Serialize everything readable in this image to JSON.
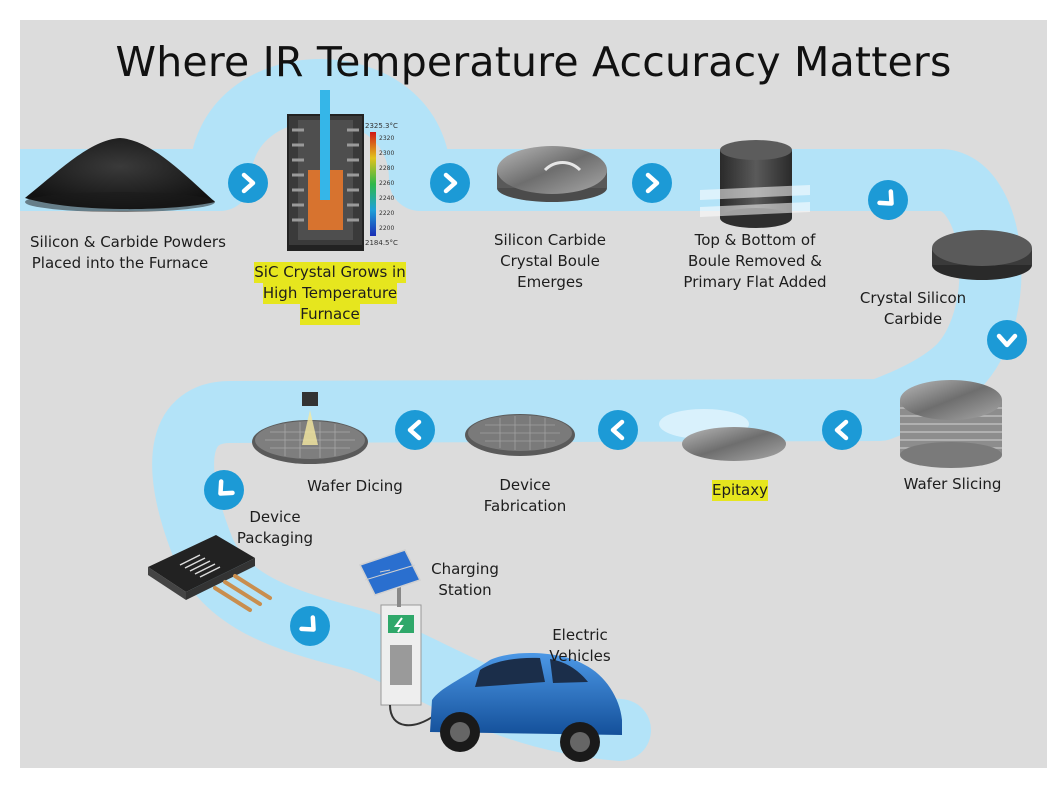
{
  "title": "Where IR Temperature Accuracy Matters",
  "colors": {
    "background": "#dcdcdc",
    "path": "#b3e3f8",
    "arrow_circle": "#1c9ad6",
    "highlight": "#e6e61e",
    "car": "#1f6fc4"
  },
  "furnace_scale": {
    "max": "2325.3°C",
    "min": "2184.5°C",
    "ticks": [
      "2320",
      "2300",
      "2280",
      "2260",
      "2240",
      "2220",
      "2200"
    ]
  },
  "steps": [
    {
      "id": "powders",
      "lines": [
        "Silicon & Carbide Powders",
        "Placed into the Furnace"
      ],
      "highlight": false
    },
    {
      "id": "crystal-growth",
      "lines": [
        "SiC Crystal Grows in",
        "High Temperature",
        "Furnace"
      ],
      "highlight": true
    },
    {
      "id": "boule-emerges",
      "lines": [
        "Silicon Carbide",
        "Crystal Boule",
        "Emerges"
      ],
      "highlight": false
    },
    {
      "id": "boule-trim",
      "lines": [
        "Top & Bottom of",
        "Boule Removed &",
        "Primary Flat Added"
      ],
      "highlight": false
    },
    {
      "id": "crystal-sic",
      "lines": [
        "Crystal Silicon",
        "Carbide"
      ],
      "highlight": false
    },
    {
      "id": "wafer-slicing",
      "lines": [
        "Wafer Slicing"
      ],
      "highlight": false
    },
    {
      "id": "epitaxy",
      "lines": [
        "Epitaxy"
      ],
      "highlight": true
    },
    {
      "id": "device-fabrication",
      "lines": [
        "Device",
        "Fabrication"
      ],
      "highlight": false
    },
    {
      "id": "wafer-dicing",
      "lines": [
        "Wafer Dicing"
      ],
      "highlight": false
    },
    {
      "id": "device-packaging",
      "lines": [
        "Device",
        "Packaging"
      ],
      "highlight": false
    },
    {
      "id": "charging-station",
      "lines": [
        "Charging",
        "Station"
      ],
      "highlight": false
    },
    {
      "id": "electric-vehicles",
      "lines": [
        "Electric",
        "Vehicles"
      ],
      "highlight": false
    }
  ],
  "arrows": [
    {
      "direction": "right-arrow-icon"
    },
    {
      "direction": "right-arrow-icon"
    },
    {
      "direction": "right-arrow-icon"
    },
    {
      "direction": "down-right-arrow-icon"
    },
    {
      "direction": "down-arrow-icon"
    },
    {
      "direction": "left-arrow-icon"
    },
    {
      "direction": "left-arrow-icon"
    },
    {
      "direction": "left-arrow-icon"
    },
    {
      "direction": "down-left-arrow-icon"
    },
    {
      "direction": "down-right-arrow-icon"
    }
  ]
}
